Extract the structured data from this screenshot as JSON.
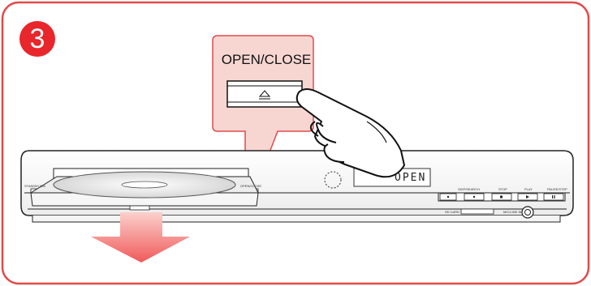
{
  "step": {
    "number": "3"
  },
  "callout": {
    "title": "OPEN/CLOSE",
    "eject_symbol": "⏏"
  },
  "player": {
    "display_text": "OPEN",
    "labels": {
      "standby": "STANDBY/ON",
      "open_close": "OPEN/CLOSE",
      "skip": "SKIP/SEARCH",
      "stop": "STOP",
      "play": "PLAY",
      "pause": "PAUSE/STEP",
      "sd_card": "SD CARD",
      "mic": "MIC/LINE IN"
    }
  },
  "colors": {
    "accent_red": "#e8262b",
    "frame_red": "#e24a4a",
    "callout_fill": "#f7d6d2",
    "arrow_red": "#ef5a5a"
  }
}
